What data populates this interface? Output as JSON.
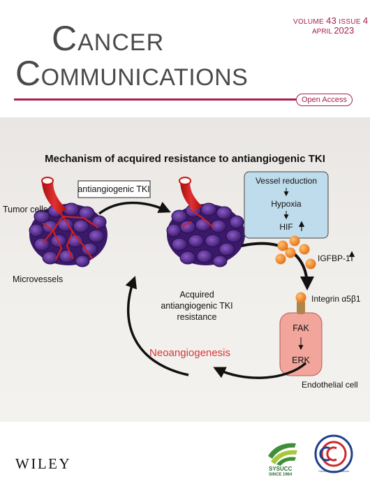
{
  "journal": {
    "title_line1": "Cancer",
    "title_line2": "Communications",
    "volume_label": "VOLUME",
    "volume": "43",
    "issue_label": "ISSUE",
    "issue": "4",
    "month": "APRIL",
    "year": "2023",
    "open_access": "Open Access",
    "brand_color": "#a8204a"
  },
  "figure": {
    "title": "Mechanism of acquired resistance to antiangiogenic TKI",
    "labels": {
      "tumor_cells": "Tumor cells",
      "microvessels": "Microvessels",
      "tki_box": "antiangiogenic TKI",
      "vessel_reduction": "Vessel reduction",
      "hypoxia": "Hypoxia",
      "hif": "HIF",
      "igfbp1": "IGFBP-1",
      "integrin": "Integrin α5β1",
      "fak": "FAK",
      "erk": "ERK",
      "endothelial": "Endothelial cell",
      "resistance_line1": "Acquired",
      "resistance_line2": "antiangiogenic TKI",
      "resistance_line3": "resistance",
      "neoangiogenesis": "Neoangiogenesis"
    },
    "colors": {
      "tumor": "#5a2a90",
      "vessel": "#d21f1f",
      "box_blue": "#bfdcec",
      "ligand": "#f0922b",
      "cell_fill": "#f2a59b",
      "neo_text": "#d93636"
    }
  },
  "footer": {
    "publisher": "WILEY",
    "sysucc_name": "SYSUCC",
    "sysucc_since": "SINCE 1964",
    "cc_logo_text": "Cancer Communications"
  }
}
